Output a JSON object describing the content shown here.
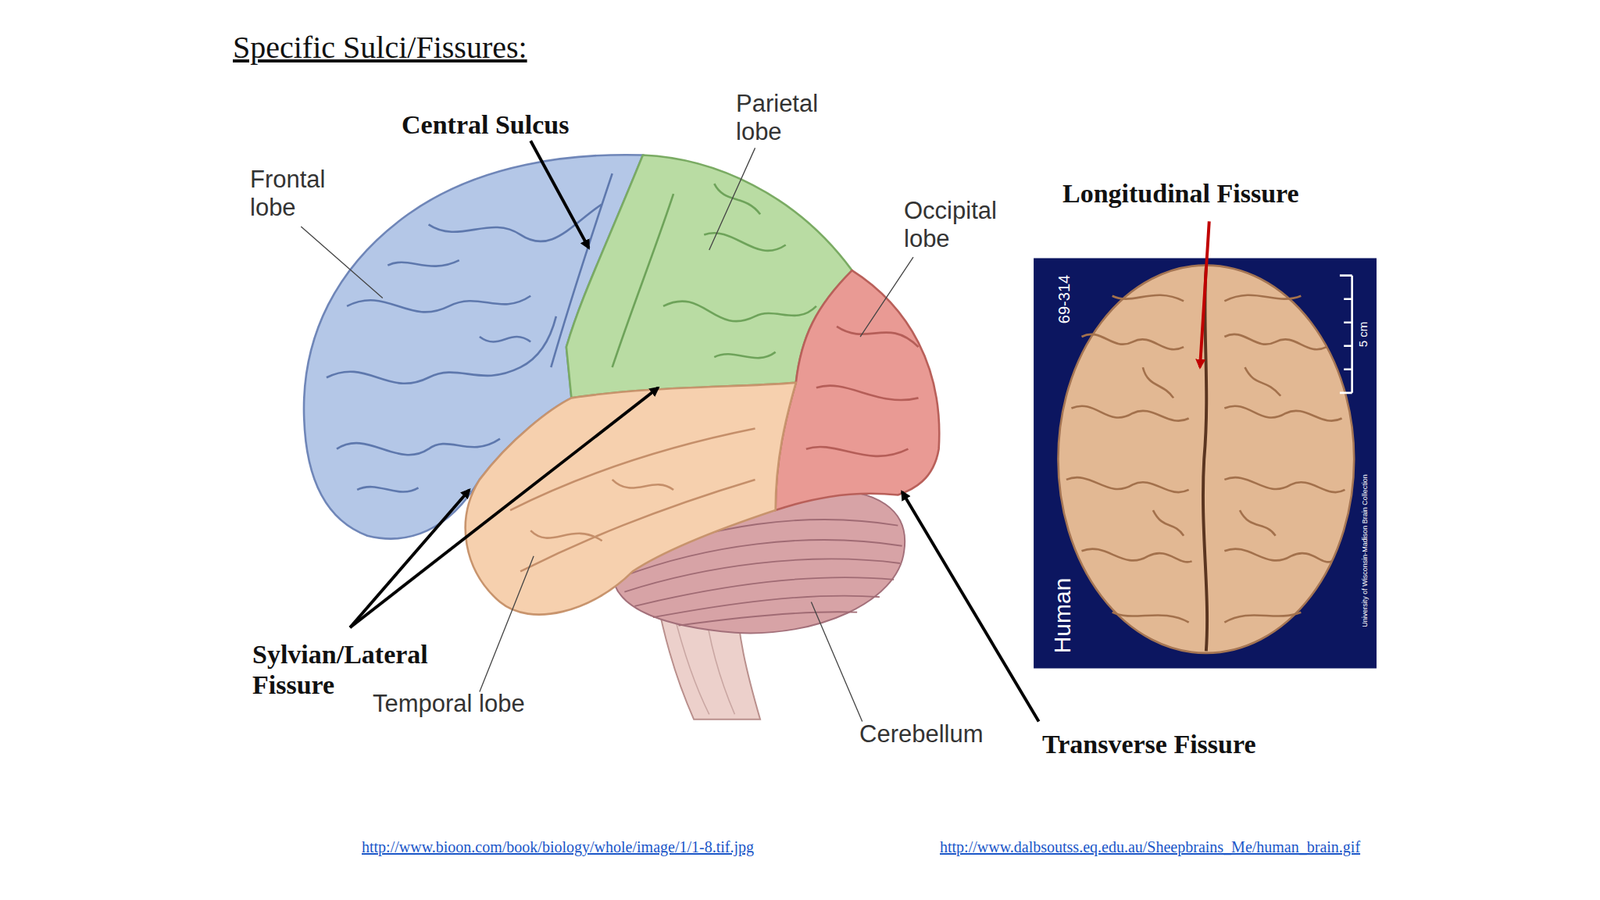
{
  "diagram": {
    "title": "Specific Sulci/Fissures:",
    "labels": [
      "Central Sulcus",
      "Parietal lobe",
      "Frontal lobe",
      "Occipital lobe",
      "Longitudinal Fissure",
      "69-314",
      "5 cm",
      "Human",
      "University of Wisconsin-Madison Brain Collection",
      "Sylvian/Lateral Fissure",
      "Temporal lobe",
      "Cerebellum",
      "Transverse Fissure",
      "http://www.bioon.com/book/biology/whole/image/1/1-8.tif.jpg",
      "http://www.dalbsoutss.eq.edu.au/Sheepbrains_Me/human_brain.gif"
    ]
  }
}
